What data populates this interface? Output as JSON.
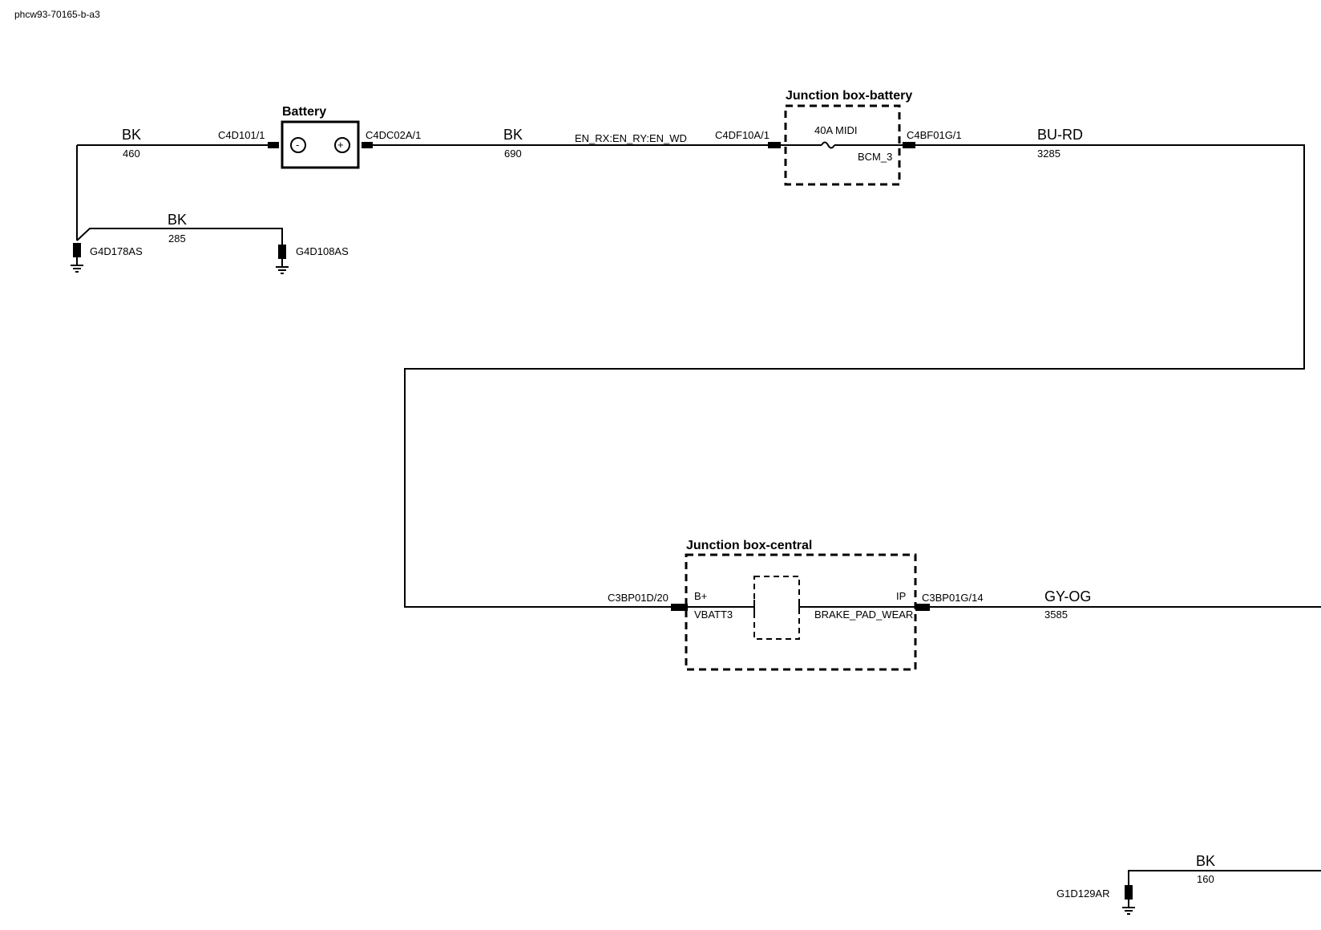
{
  "page_id": "phcw93-70165-b-a3",
  "battery": {
    "title": "Battery",
    "neg_connector": "C4D101/1",
    "pos_connector": "C4DC02A/1",
    "neg_symbol": "-",
    "pos_symbol": "+"
  },
  "wires": {
    "w460": {
      "color": "BK",
      "number": "460"
    },
    "w285": {
      "color": "BK",
      "number": "285"
    },
    "w690": {
      "color": "BK",
      "number": "690"
    },
    "w3285": {
      "color": "BU-RD",
      "number": "3285"
    },
    "w3585": {
      "color": "GY-OG",
      "number": "3585"
    },
    "w160": {
      "color": "BK",
      "number": "160"
    }
  },
  "grounds": {
    "g1": "G4D178AS",
    "g2": "G4D108AS",
    "g3": "G1D129AR"
  },
  "net_label": "EN_RX:EN_RY:EN_WD",
  "junction_battery": {
    "title": "Junction box-battery",
    "in_connector": "C4DF10A/1",
    "out_connector": "C4BF01G/1",
    "fuse_label": "40A MIDI",
    "circuit": "BCM_3"
  },
  "junction_central": {
    "title": "Junction box-central",
    "in_connector": "C3BP01D/20",
    "out_connector": "C3BP01G/14",
    "pin_in": "B+",
    "pin_in_signal": "VBATT3",
    "pin_out": "IP",
    "pin_out_signal": "BRAKE_PAD_WEAR"
  }
}
